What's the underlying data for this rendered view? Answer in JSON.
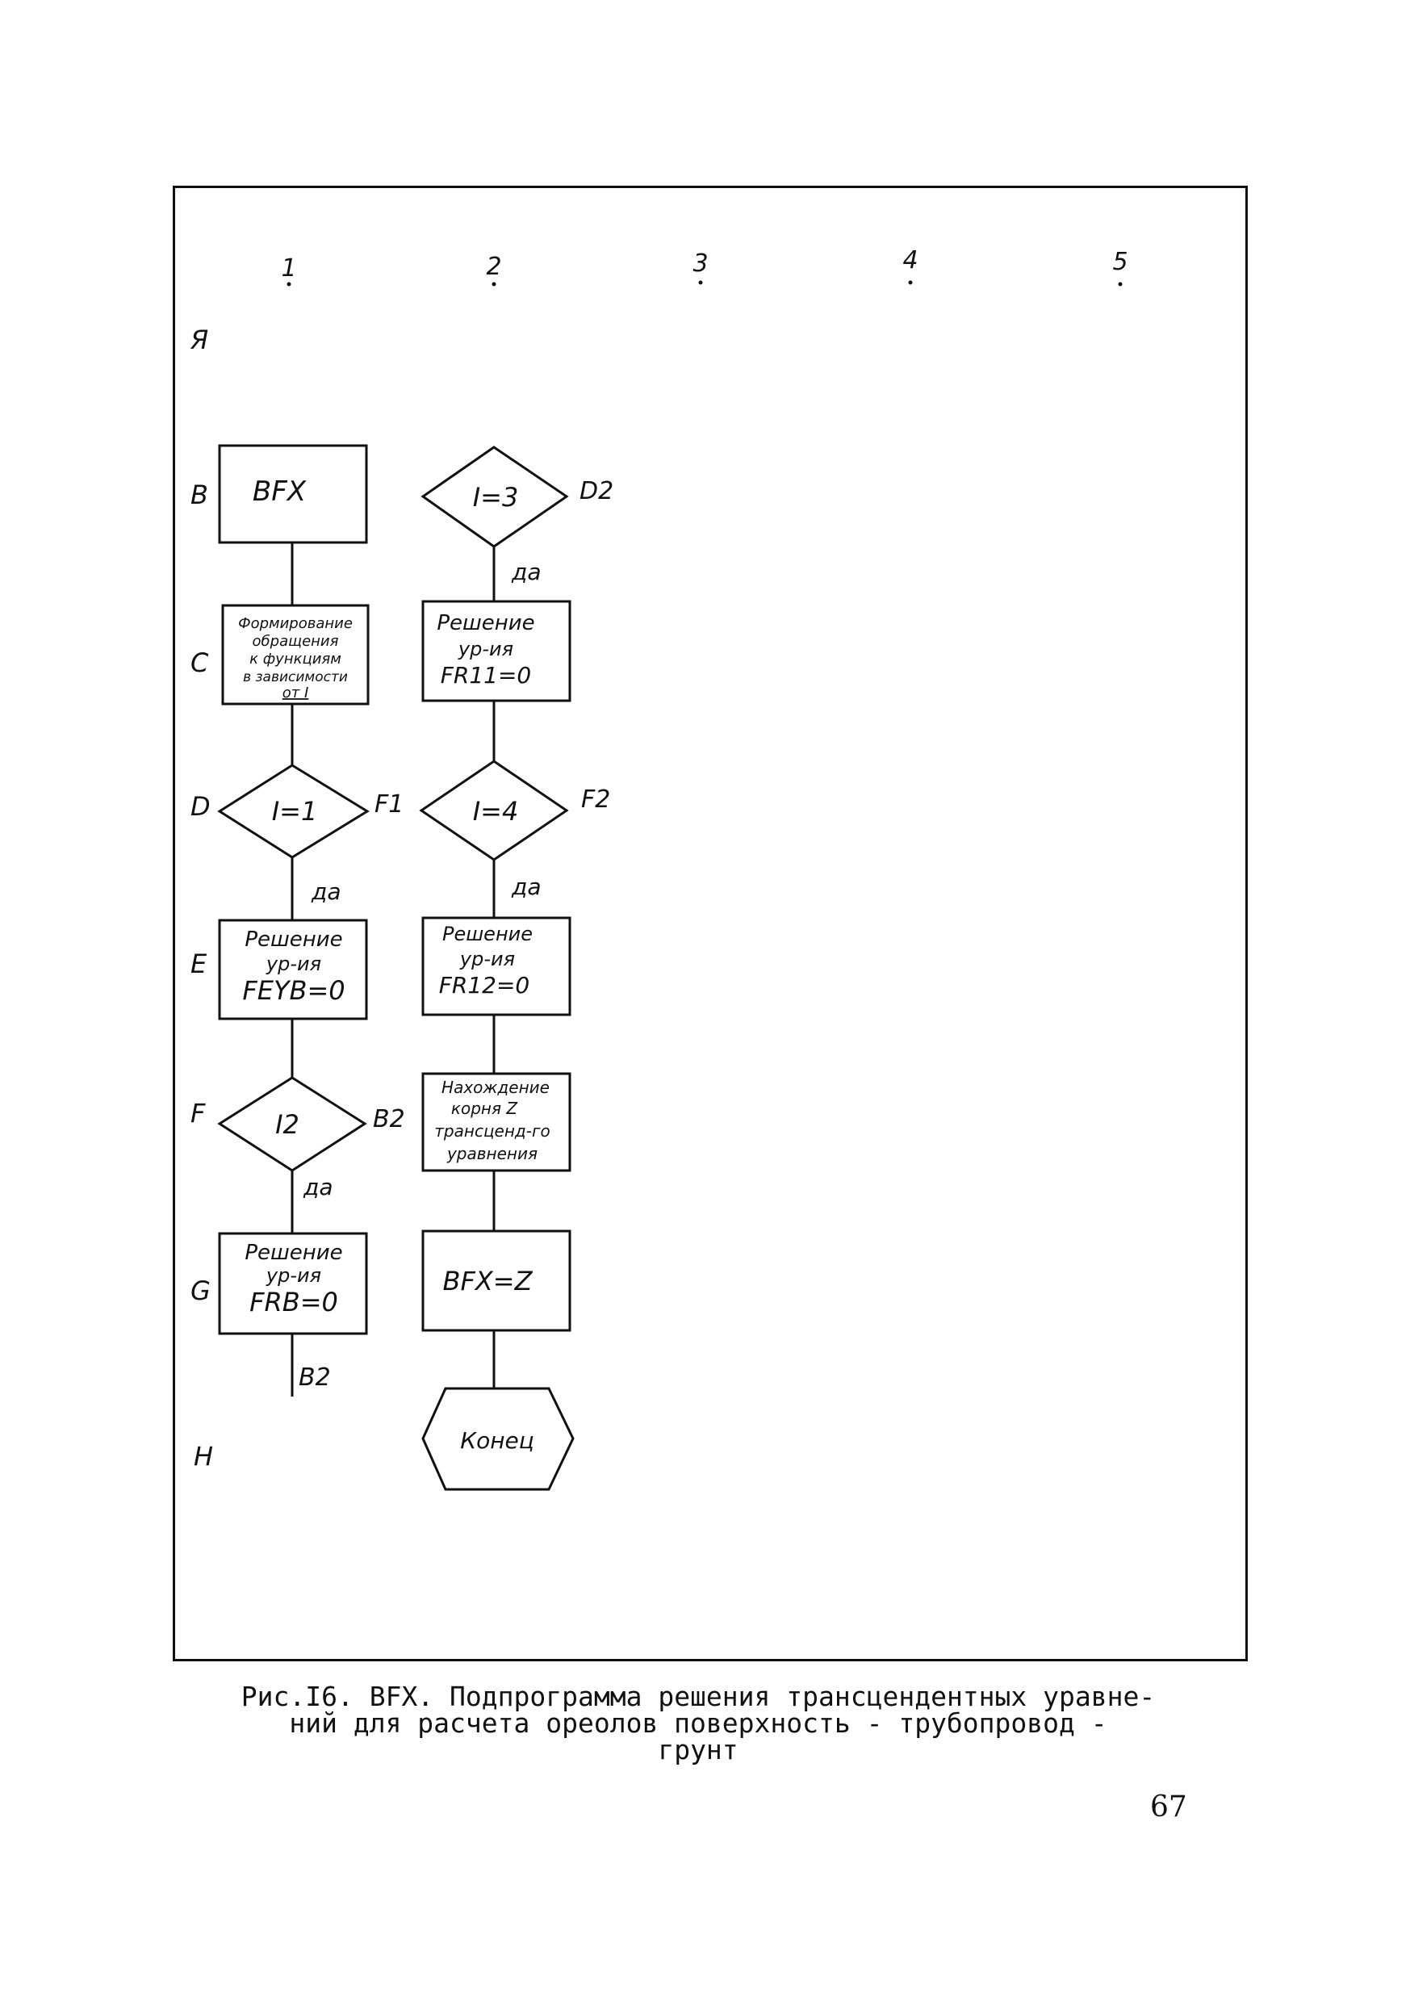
{
  "columns": [
    "1",
    "2",
    "3",
    "4",
    "5"
  ],
  "rows": [
    "Я",
    "B",
    "C",
    "D",
    "E",
    "F",
    "G",
    "H"
  ],
  "blocks": {
    "b1_bfx": "BFX",
    "c1_lines": [
      "Формирование",
      "обращения",
      "к функциям",
      "в зависимости",
      "от I"
    ],
    "d1_cond": "I=1",
    "d1_exit": "F1",
    "d1_yes": "да",
    "e1_lines": [
      "Решение",
      "ур-ия",
      "FEYB=0"
    ],
    "f1_cond": "I2",
    "f1_exit": "B2",
    "f1_yes": "да",
    "g1_lines": [
      "Решение",
      "ур-ия",
      "FRB=0"
    ],
    "g1_out": "B2",
    "b2_cond": "I=3",
    "b2_exit": "D2",
    "b2_yes": "да",
    "c2_lines": [
      "Решение",
      "ур-ия",
      "FR11=0"
    ],
    "d2_cond": "I=4",
    "d2_exit": "F2",
    "d2_yes": "да",
    "e2_lines": [
      "Решение",
      "ур-ия",
      "FR12=0"
    ],
    "f2_lines": [
      "Нахождение",
      "корня Z",
      "трансценд-го",
      "уравнения"
    ],
    "g2_assign": "BFX=Z",
    "h2_end": "Конец"
  },
  "caption": {
    "line1": "Рис.I6. BFX. Подпрограмма решения трансцендентных уравне-",
    "line2": "ний для расчета ореолов поверхность - трубопровод -",
    "line3": "грунт"
  },
  "page_number": "67"
}
